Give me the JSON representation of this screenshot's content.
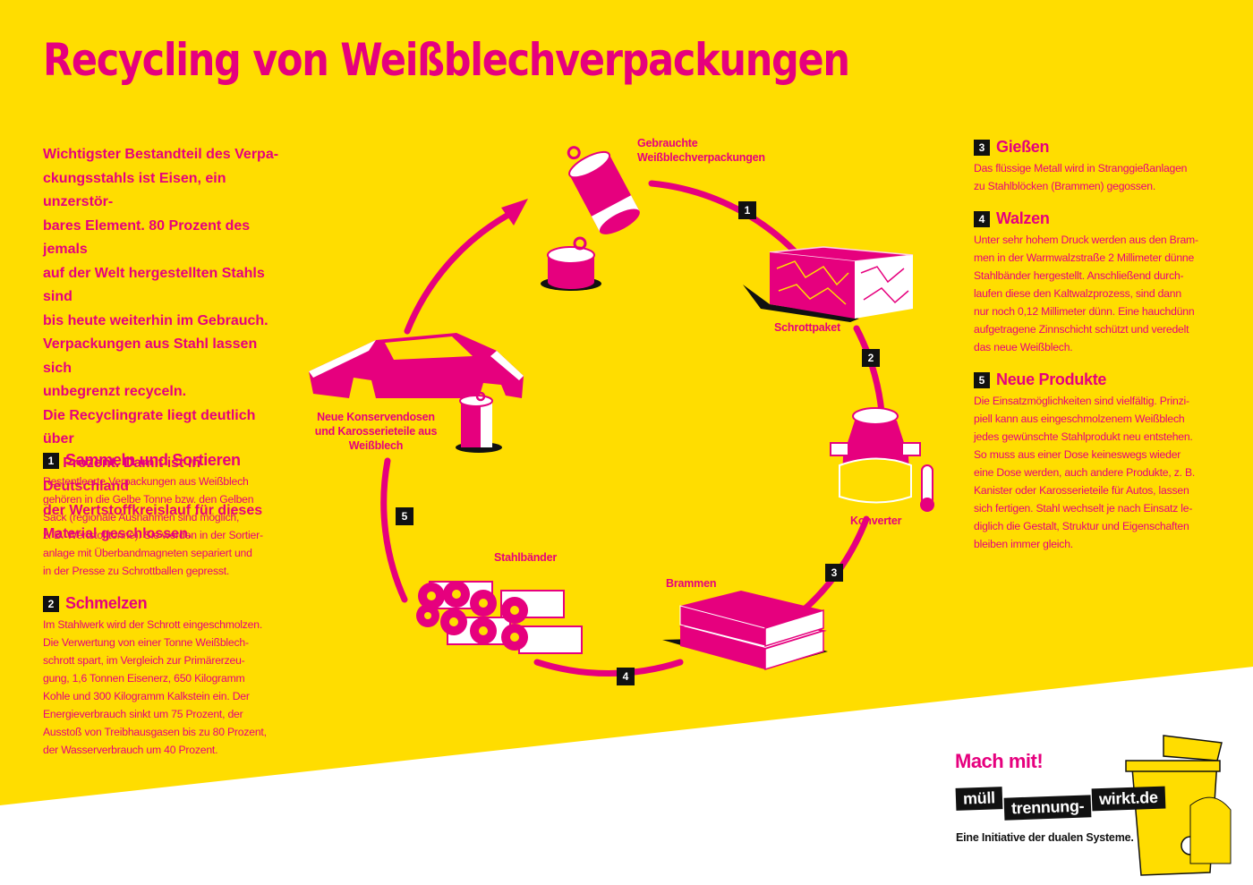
{
  "title": "Recycling von Weißblechverpackungen",
  "intro": [
    "Wichtigster Bestandteil des Verpa-",
    "ckungsstahls ist Eisen, ein unzerstör-",
    "bares Element. 80 Prozent des jemals",
    "auf der Welt hergestellten Stahls sind",
    "bis heute weiterhin im Gebrauch.",
    "Verpackungen aus Stahl lassen sich",
    "unbegrenzt recyceln.",
    "Die Recyclingrate liegt deutlich über",
    "90 Prozent. Damit ist in Deutschland",
    "der Wertstoffkreislauf für dieses",
    "Material geschlossen."
  ],
  "steps": [
    {
      "number": "1",
      "title": "Sammeln und Sortieren",
      "lines": [
        "Restentleerte Verpackungen aus Weißblech",
        "gehören in die Gelbe Tonne bzw. den Gelben",
        "Sack (regionale Ausnahmen sind möglich,",
        "z. B. Wertstofftonne). Sie werden in der Sortier-",
        "anlage mit Überbandmagneten separiert und",
        "in der Presse zu Schrottballen gepresst."
      ]
    },
    {
      "number": "2",
      "title": "Schmelzen",
      "lines": [
        "Im Stahlwerk wird der Schrott eingeschmolzen.",
        "Die Verwertung von einer Tonne Weißblech-",
        "schrott spart, im Vergleich zur Primärerzeu-",
        "gung, 1,6 Tonnen Eisenerz, 650 Kilogramm",
        "Kohle und 300 Kilogramm Kalkstein ein. Der",
        "Energieverbrauch sinkt um 75 Prozent, der",
        "Ausstoß von Treibhausgasen bis zu 80 Prozent,",
        "der Wasserverbrauch um 40 Prozent."
      ]
    },
    {
      "number": "3",
      "title": "Gießen",
      "lines": [
        "Das flüssige Metall wird in Stranggießanlagen",
        "zu Stahlblöcken (Brammen) gegossen."
      ]
    },
    {
      "number": "4",
      "title": "Walzen",
      "lines": [
        "Unter sehr hohem Druck werden aus den Bram-",
        "men in der Warmwalzstraße 2 Millimeter dünne",
        "Stahlbänder hergestellt. Anschließend durch-",
        "laufen diese den Kaltwalzprozess, sind dann",
        "nur noch 0,12 Millimeter dünn. Eine hauchdünn",
        "aufgetragene Zinnschicht schützt und veredelt",
        "das neue Weißblech."
      ]
    },
    {
      "number": "5",
      "title": "Neue Produkte",
      "lines": [
        "Die Einsatzmöglichkeiten sind vielfältig. Prinzi-",
        "piell kann aus eingeschmolzenem Weißblech",
        "jedes gewünschte Stahlprodukt neu entstehen.",
        "So muss aus einer Dose keineswegs wieder",
        "eine Dose werden, auch andere Produkte, z. B.",
        "Kanister oder Karosserieteile für Autos, lassen",
        "sich fertigen. Stahl wechselt je nach Einsatz le-",
        "diglich die Gestalt, Struktur und Eigenschaften",
        "bleiben immer gleich."
      ]
    }
  ],
  "cycle": {
    "labels": {
      "cans": [
        "Gebrauchte",
        "Weißblechverpackungen"
      ],
      "scrap": "Schrottpaket",
      "converter": "Konverter",
      "slabs": "Brammen",
      "coils": "Stahlbänder",
      "products": [
        "Neue Konservendosen",
        "und Karosserieteile aus",
        "Weißblech"
      ]
    },
    "markers": [
      "1",
      "2",
      "3",
      "4",
      "5"
    ]
  },
  "footer": {
    "cta": "Mach mit!",
    "logo_words": [
      "müll",
      "trennung-",
      "wirkt.de"
    ],
    "tagline": "Eine Initiative der dualen Systeme."
  },
  "colors": {
    "background": "#FFDD00",
    "accent": "#E6007E",
    "dark": "#111111"
  }
}
